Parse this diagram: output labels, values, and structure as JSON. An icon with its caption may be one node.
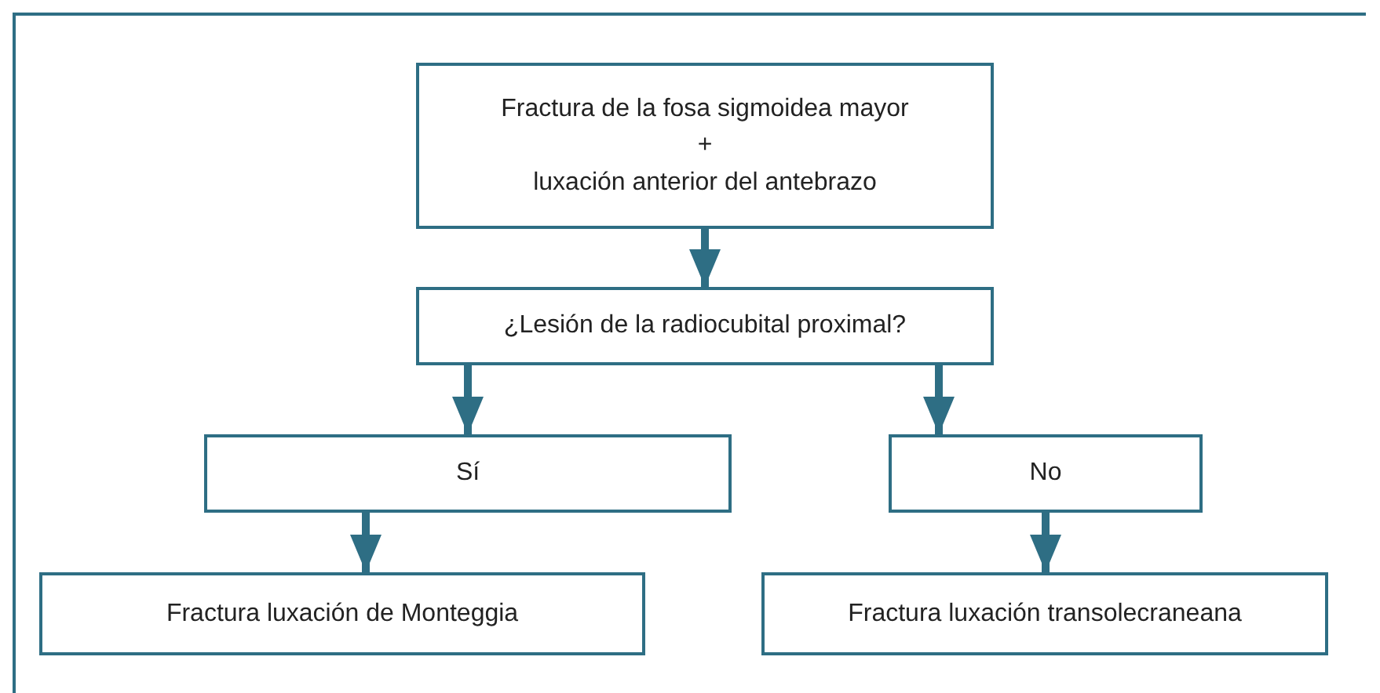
{
  "diagram": {
    "nodes": [
      {
        "text": [
          "Fractura de la fosa sigmoidea mayor",
          "+",
          "luxación anterior del antebrazo"
        ]
      },
      {
        "text": [
          "¿Lesión de la radiocubital proximal?"
        ]
      },
      {
        "text": [
          "Sí"
        ]
      },
      {
        "text": [
          "No"
        ]
      },
      {
        "text": [
          "Fractura luxación de Monteggia"
        ]
      },
      {
        "text": [
          "Fractura luxación transolecraneana"
        ]
      }
    ],
    "edges": [
      {
        "from": 0,
        "to": 1,
        "arrow": "to"
      },
      {
        "from": 1,
        "to": 2,
        "arrow": "to"
      },
      {
        "from": 1,
        "to": 3,
        "arrow": "to"
      },
      {
        "from": 2,
        "to": 4,
        "arrow": "to"
      },
      {
        "from": 3,
        "to": 5,
        "arrow": "to"
      }
    ]
  }
}
